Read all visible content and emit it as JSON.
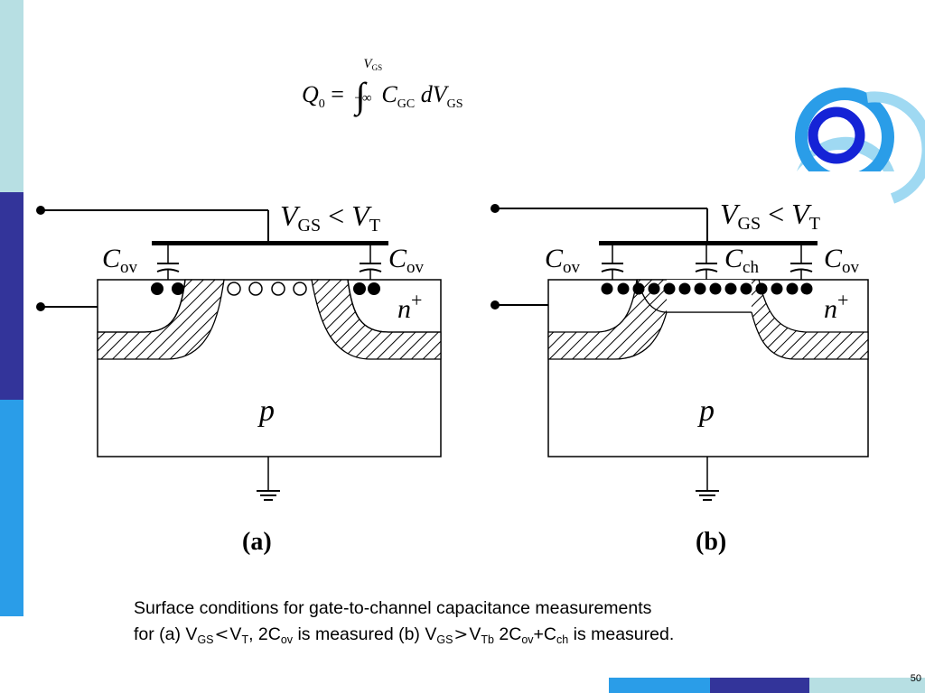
{
  "equation": {
    "lhs_var": "Q",
    "lhs_sub": "0",
    "equals": "=",
    "upper_limit": "V",
    "upper_limit_sub": "GS",
    "lower_limit": "−∞",
    "integrand_var": "C",
    "integrand_sub": "GC",
    "differential": "dV",
    "differential_sub": "GS"
  },
  "diagram_a": {
    "gate_label": "V",
    "gate_label_sub": "GS",
    "relation": " < ",
    "threshold": "V",
    "threshold_sub": "T",
    "left_cap": "C",
    "left_cap_sub": "ov",
    "right_cap": "C",
    "right_cap_sub": "ov",
    "doping_label": "n",
    "doping_sup": "+",
    "substrate_label": "p",
    "panel_label": "(a)"
  },
  "diagram_b": {
    "gate_label": "V",
    "gate_label_sub": "GS",
    "relation": " < ",
    "threshold": "V",
    "threshold_sub": "T",
    "left_cap": "C",
    "left_cap_sub": "ov",
    "mid_cap": "C",
    "mid_cap_sub": "ch",
    "right_cap": "C",
    "right_cap_sub": "ov",
    "doping_label": "n",
    "doping_sup": "+",
    "substrate_label": "p",
    "panel_label": "(b)"
  },
  "caption": {
    "line1": "Surface conditions for gate-to-channel capacitance measurements",
    "l2_a": "for (a) V",
    "l2_gs1": "GS",
    "l2_lt": "<",
    "l2_b": "V",
    "l2_t": "T",
    "l2_c": ", 2C",
    "l2_ov1": "ov",
    "l2_d": " is measured (b) V",
    "l2_gs2": "GS",
    "l2_gt": ">",
    "l2_e": "V",
    "l2_tb": "Tb",
    "l2_f": " 2C",
    "l2_ov2": "ov",
    "l2_g": "+C",
    "l2_ch": "ch",
    "l2_h": " is measured."
  },
  "page_number": "50",
  "colors": {
    "light_teal": "#b7dfe3",
    "navy": "#33349a",
    "blue": "#2a9de8",
    "logo_blue": "#1f86e8",
    "logo_dark": "#1523d6"
  }
}
